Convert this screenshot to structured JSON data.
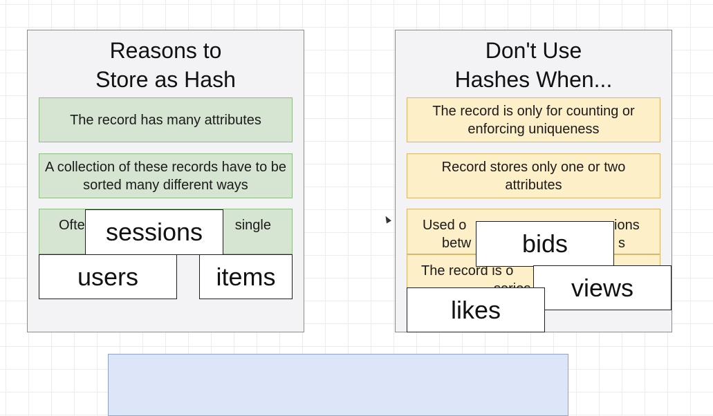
{
  "left_panel": {
    "title_line1": "Reasons to",
    "title_line2": "Store as Hash",
    "items": [
      "The record has many attributes",
      "A collection of these records have to be sorted many different ways",
      "Ofte",
      "single"
    ]
  },
  "right_panel": {
    "title_line1": "Don't Use",
    "title_line2": "Hashes When...",
    "items": [
      "The record is only for counting or enforcing uniqueness",
      "Record stores only one or two attributes",
      "Used o",
      "ions",
      "betw",
      "s",
      "The record is o",
      "series"
    ]
  },
  "tags": {
    "sessions": "sessions",
    "users": "users",
    "items": "items",
    "bids": "bids",
    "views": "views",
    "likes": "likes"
  },
  "colors": {
    "green_fill": "#d6e5d1",
    "yellow_fill": "#fdefc8",
    "blue_fill": "#dce6f8"
  }
}
